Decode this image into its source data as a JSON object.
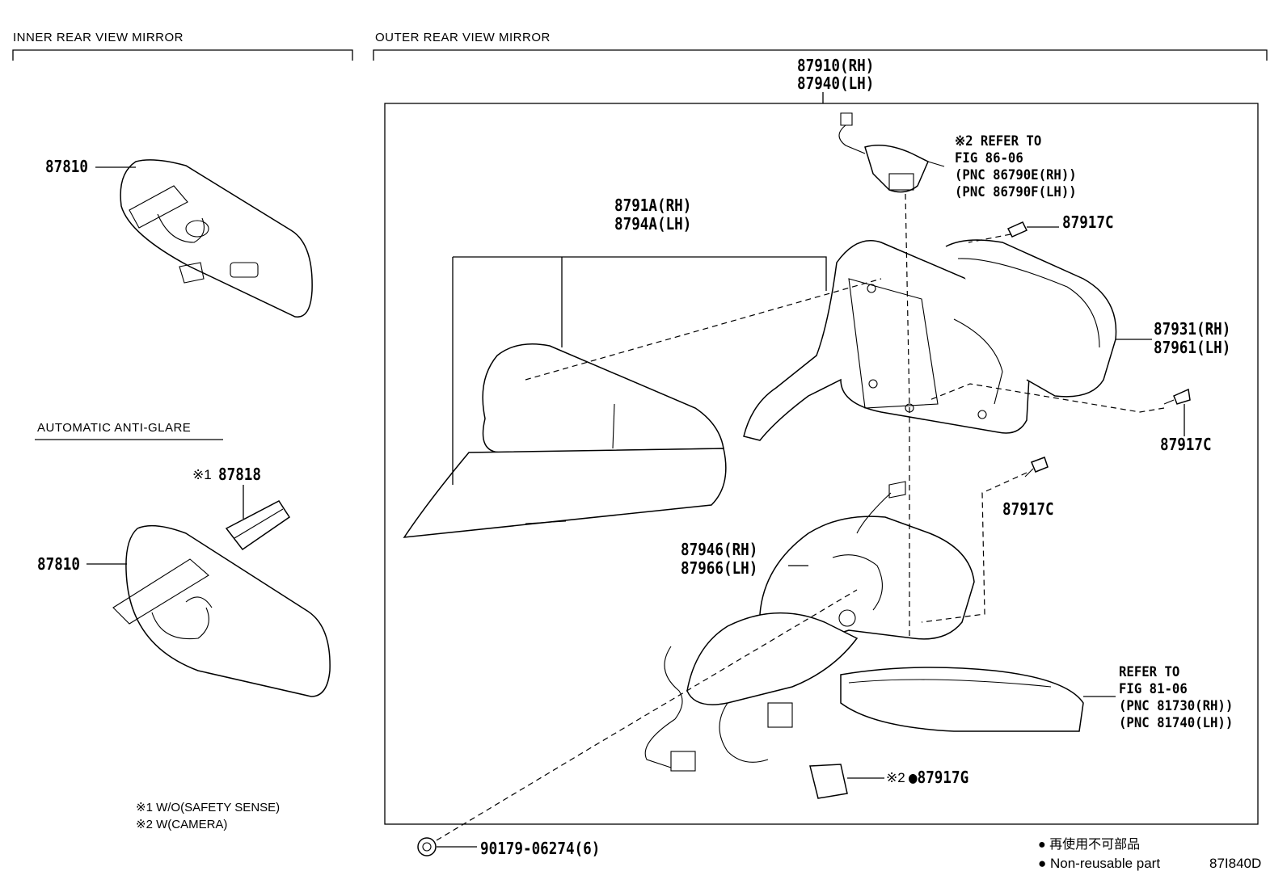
{
  "sections": {
    "inner": "INNER REAR VIEW MIRROR",
    "outer": "OUTER REAR VIEW MIRROR",
    "anti_glare": "AUTOMATIC ANTI-GLARE"
  },
  "parts": {
    "p87810_top": "87810",
    "p87810_bottom": "87810",
    "p87818_mark": "※1",
    "p87818": "87818",
    "p87910": "87910(RH)",
    "p87940": "87940(LH)",
    "p8791A": "8791A(RH)",
    "p8794A": "8794A(LH)",
    "p87917C_a": "87917C",
    "p87917C_b": "87917C",
    "p87917C_c": "87917C",
    "p87931": "87931(RH)",
    "p87961": "87961(LH)",
    "p87946": "87946(RH)",
    "p87966": "87966(LH)",
    "p87917G_mark": "※2",
    "p87917G": "●87917G",
    "p90179": "90179-06274(6)"
  },
  "refs": {
    "camera": [
      "※2 REFER TO",
      "FIG 86-06",
      "(PNC 86790E(RH))",
      "(PNC 86790F(LH))"
    ],
    "turn_signal": [
      "REFER TO",
      "FIG 81-06",
      "(PNC 81730(RH))",
      "(PNC 81740(LH))"
    ]
  },
  "notes": {
    "n1": "※1 W/O(SAFETY SENSE)",
    "n2": "※2 W(CAMERA)"
  },
  "legend": {
    "jp": "● 再使用不可部品",
    "en": "● Non-reusable part",
    "code": "87I840D"
  }
}
